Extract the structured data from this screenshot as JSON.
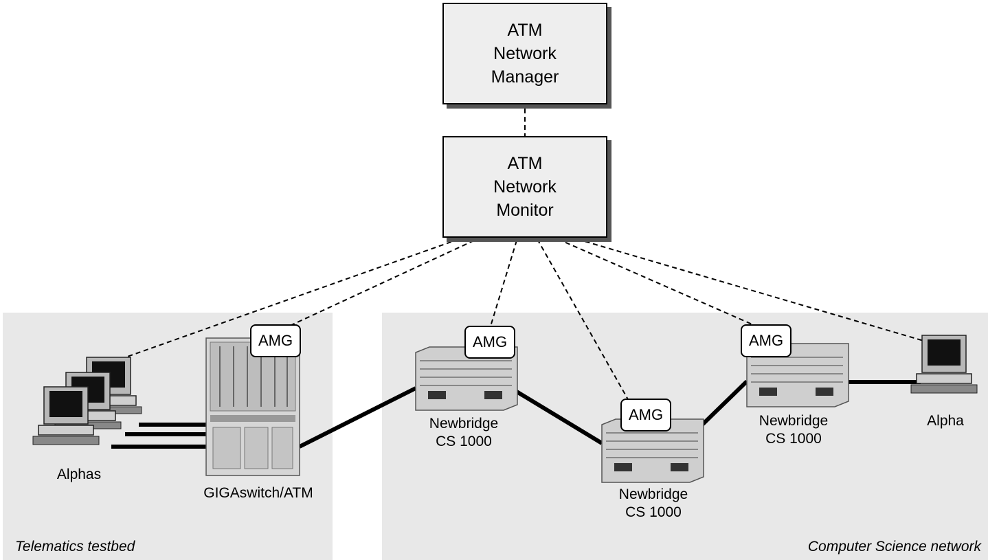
{
  "regions": {
    "left": {
      "label": "Telematics testbed"
    },
    "right": {
      "label": "Computer Science network"
    }
  },
  "manager": {
    "lines": [
      "ATM",
      "Network",
      "Manager"
    ]
  },
  "monitor": {
    "lines": [
      "ATM",
      "Network",
      "Monitor"
    ]
  },
  "tags": {
    "amg": "AMG"
  },
  "devices": {
    "alphas": {
      "label": "Alphas",
      "icon": "workstation-icon"
    },
    "gigaswitch": {
      "label": "GIGAswitch/ATM",
      "icon": "switch-rack-icon"
    },
    "newbridge1": {
      "lines": [
        "Newbridge",
        "CS 1000"
      ],
      "icon": "router-chassis-icon"
    },
    "newbridge2": {
      "lines": [
        "Newbridge",
        "CS 1000"
      ],
      "icon": "router-chassis-icon"
    },
    "newbridge3": {
      "lines": [
        "Newbridge",
        "CS 1000"
      ],
      "icon": "router-chassis-icon"
    },
    "alpha": {
      "label": "Alpha",
      "icon": "workstation-icon"
    }
  },
  "colors": {
    "region": "#e8e8e8",
    "box": "#eeeeee",
    "shadow": "#555555",
    "link": "#000000"
  }
}
